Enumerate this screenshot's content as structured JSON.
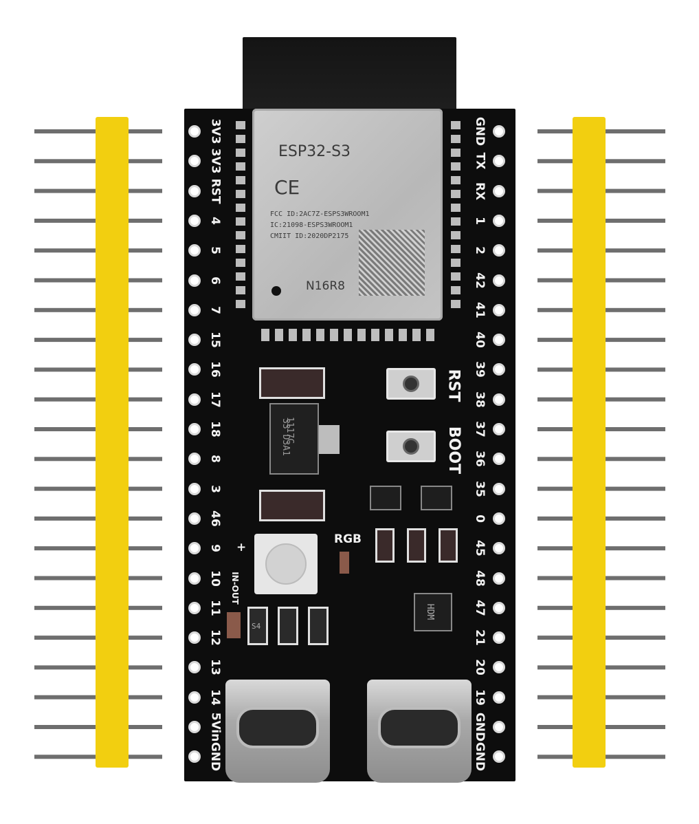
{
  "module": {
    "model": "ESP32-S3",
    "ce_mark": "CE",
    "fcc_line": "FCC ID:2AC7Z-ESPS3WROOM1",
    "ic_line": "IC:21098-ESPS3WROOM1",
    "cmiit_line": "CMIIT ID:2020DP2175",
    "variant": "N16R8"
  },
  "left_pins": [
    "3V3",
    "3V3",
    "RST",
    "4",
    "5",
    "6",
    "7",
    "15",
    "16",
    "17",
    "18",
    "8",
    "3",
    "46",
    "9",
    "10",
    "11",
    "12",
    "13",
    "14",
    "5Vin",
    "GND"
  ],
  "right_pins": [
    "GND",
    "TX",
    "RX",
    "1",
    "2",
    "42",
    "41",
    "40",
    "39",
    "38",
    "37",
    "36",
    "35",
    "0",
    "45",
    "48",
    "47",
    "21",
    "20",
    "19",
    "GND",
    "GND"
  ],
  "board_labels": {
    "rst": "RST",
    "boot": "BOOT",
    "rgb": "RGB",
    "in_out": "IN-OUT",
    "plus": "+",
    "regulator_1": "1117C",
    "regulator_2": "33 D3A1",
    "chip_marking": "HDM",
    "diode": "S4"
  },
  "colors": {
    "pcb": "#0d0d0d",
    "header": "#f2cf10",
    "silkscreen": "#f2f2f2",
    "shield": "#c4c4c4"
  }
}
